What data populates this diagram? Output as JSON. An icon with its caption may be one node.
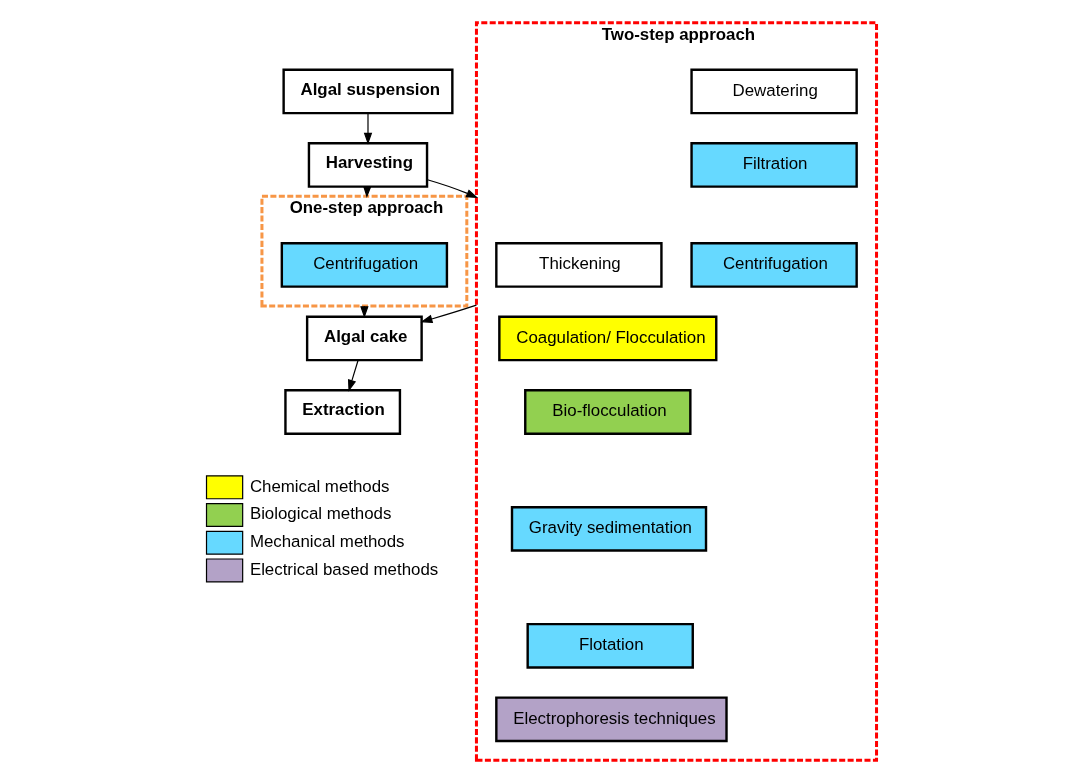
{
  "diagram": {
    "nodes": [
      {
        "text": [
          "Algal suspension"
        ]
      },
      {
        "text": [
          "Harvesting"
        ]
      },
      {
        "text": [
          "Two-step approach"
        ]
      },
      {
        "text": [
          "Thickening"
        ],
        "in": 2
      },
      {
        "text": [
          "Dewatering"
        ],
        "in": 2
      },
      {
        "text": [
          "Coagulation/ Flocculation"
        ],
        "in": 2
      },
      {
        "text": [
          "Bio-flocculation"
        ],
        "in": 2
      },
      {
        "text": [
          "Gravity sedimentation"
        ],
        "in": 2
      },
      {
        "text": [
          "Flotation"
        ],
        "in": 2
      },
      {
        "text": [
          "Electrophoresis techniques"
        ],
        "in": 2
      },
      {
        "text": [
          "Filtration"
        ],
        "in": 2
      },
      {
        "text": [
          "Centrifugation"
        ],
        "in": 2
      },
      {
        "text": [
          "One-step approach"
        ]
      },
      {
        "text": [
          "Centrifugation"
        ],
        "in": 12
      },
      {
        "text": [
          "Algal cake"
        ]
      },
      {
        "text": [
          "Extraction"
        ]
      }
    ],
    "edges": [
      {
        "from": 0,
        "to": 1,
        "arrow": "to"
      },
      {
        "from": 1,
        "to": 2,
        "arrow": "to"
      },
      {
        "from": 1,
        "to": 12,
        "arrow": "to"
      },
      {
        "from": 2,
        "to": 14,
        "arrow": "to"
      },
      {
        "from": 12,
        "to": 14,
        "arrow": "to"
      },
      {
        "from": 14,
        "to": 15,
        "arrow": "to"
      }
    ],
    "legend": [
      {
        "text": "Chemical methods",
        "color": "#ffff00"
      },
      {
        "text": "Biological methods",
        "color": "#92d050"
      },
      {
        "text": "Mechanical methods",
        "color": "#66d9ff"
      },
      {
        "text": "Electrical based methods",
        "color": "#b3a2c7"
      }
    ]
  }
}
